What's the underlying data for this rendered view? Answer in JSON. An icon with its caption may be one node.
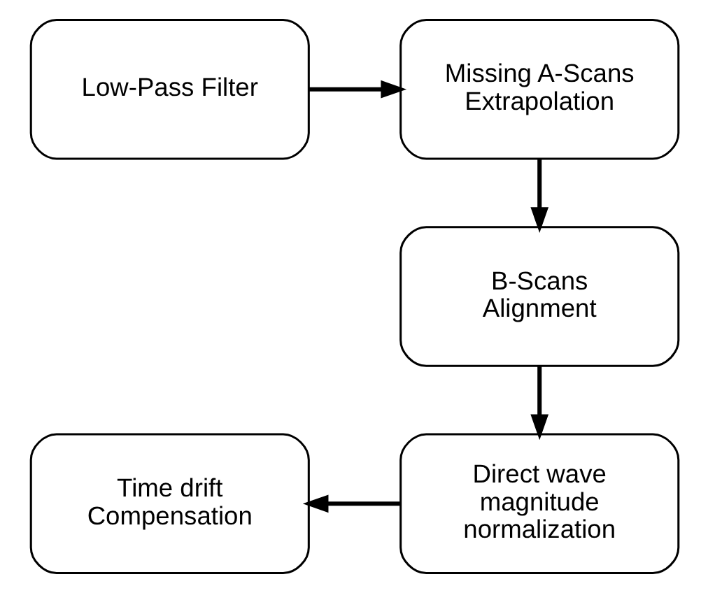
{
  "diagram": {
    "nodes": [
      {
        "text": [
          "Low-Pass Filter"
        ]
      },
      {
        "text": [
          "Missing A-Scans Extrapolation"
        ]
      },
      {
        "text": [
          "B-Scans Alignment"
        ]
      },
      {
        "text": [
          "Direct wave magnitude normalization"
        ]
      },
      {
        "text": [
          "Time drift Compensation"
        ]
      }
    ],
    "edges": [
      {
        "from": 0,
        "to": 1,
        "arrow": "to"
      },
      {
        "from": 1,
        "to": 2,
        "arrow": "to"
      },
      {
        "from": 2,
        "to": 3,
        "arrow": "to"
      },
      {
        "from": 3,
        "to": 4,
        "arrow": "to"
      }
    ]
  }
}
